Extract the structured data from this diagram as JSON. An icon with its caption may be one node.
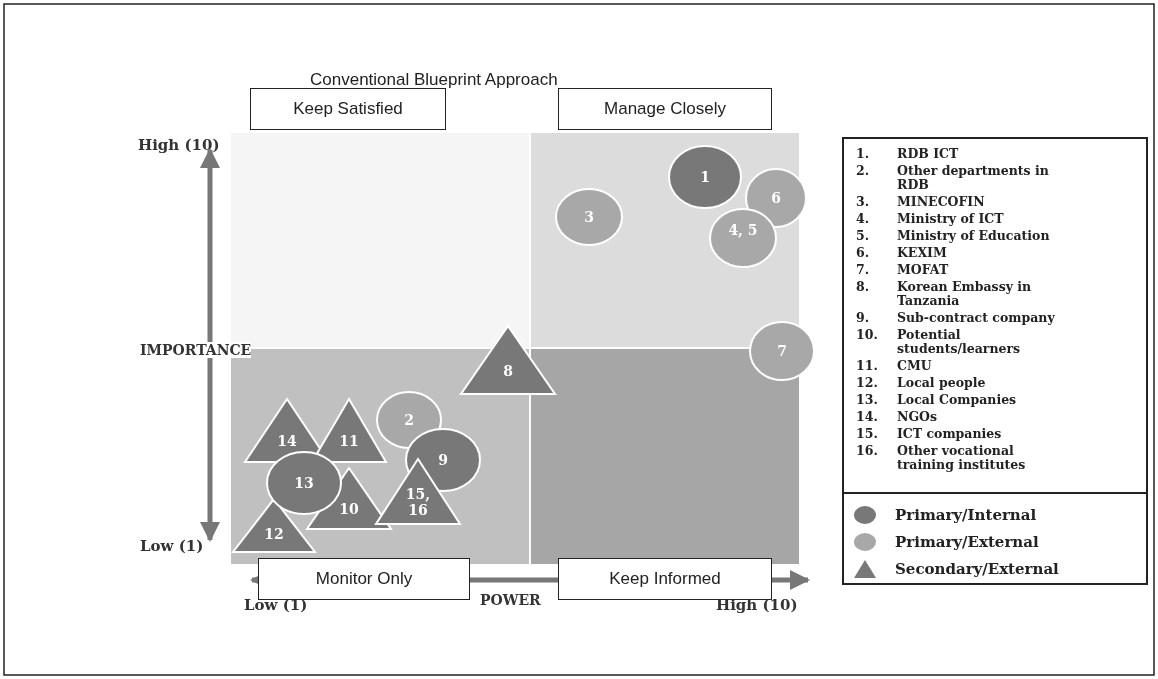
{
  "diagram": {
    "title": "Conventional Blueprint Approach",
    "nodes": [
      {
        "text": [
          "Keep Satisfied"
        ]
      },
      {
        "text": [
          "Manage Closely"
        ]
      },
      {
        "text": [
          "1"
        ]
      },
      {
        "text": [
          "6"
        ]
      },
      {
        "text": [
          "3"
        ]
      },
      {
        "text": [
          "4, 5"
        ]
      },
      {
        "text": [
          "7"
        ]
      },
      {
        "text": [
          "8"
        ]
      },
      {
        "text": [
          "2"
        ]
      },
      {
        "text": [
          "14"
        ]
      },
      {
        "text": [
          "11"
        ]
      },
      {
        "text": [
          "9"
        ]
      },
      {
        "text": [
          "13"
        ]
      },
      {
        "text": [
          "15, 16"
        ]
      },
      {
        "text": [
          "10"
        ]
      },
      {
        "text": [
          "12"
        ]
      },
      {
        "text": [
          "Monitor Only"
        ]
      },
      {
        "text": [
          "Keep Informed"
        ]
      }
    ],
    "edges": [],
    "labels": [
      "High (10)",
      "IMPORTANCE",
      "Low (1)",
      "Low (1)",
      "POWER",
      "High (10)",
      "1.",
      "RDB ICT",
      "2.",
      "Other departments in RDB",
      "3.",
      "MINECOFIN",
      "4.",
      "Ministry of ICT",
      "5.",
      "Ministry of Education",
      "6.",
      "KEXIM",
      "7.",
      "MOFAT",
      "8.",
      "Korean Embassy in Tanzania",
      "9.",
      "Sub-contract company",
      "10.",
      "Potential students/learners",
      "11.",
      "CMU",
      "12.",
      "Local people",
      "13.",
      "Local Companies",
      "14.",
      "NGOs",
      "15.",
      "ICT companies",
      "16.",
      "Other vocational training institutes"
    ],
    "legend": [
      {
        "text": "Primary/Internal",
        "color": "#787878"
      },
      {
        "text": "Primary/External",
        "color": "#a8a8a8"
      },
      {
        "text": "Secondary/External",
        "color": "#787878"
      }
    ]
  }
}
